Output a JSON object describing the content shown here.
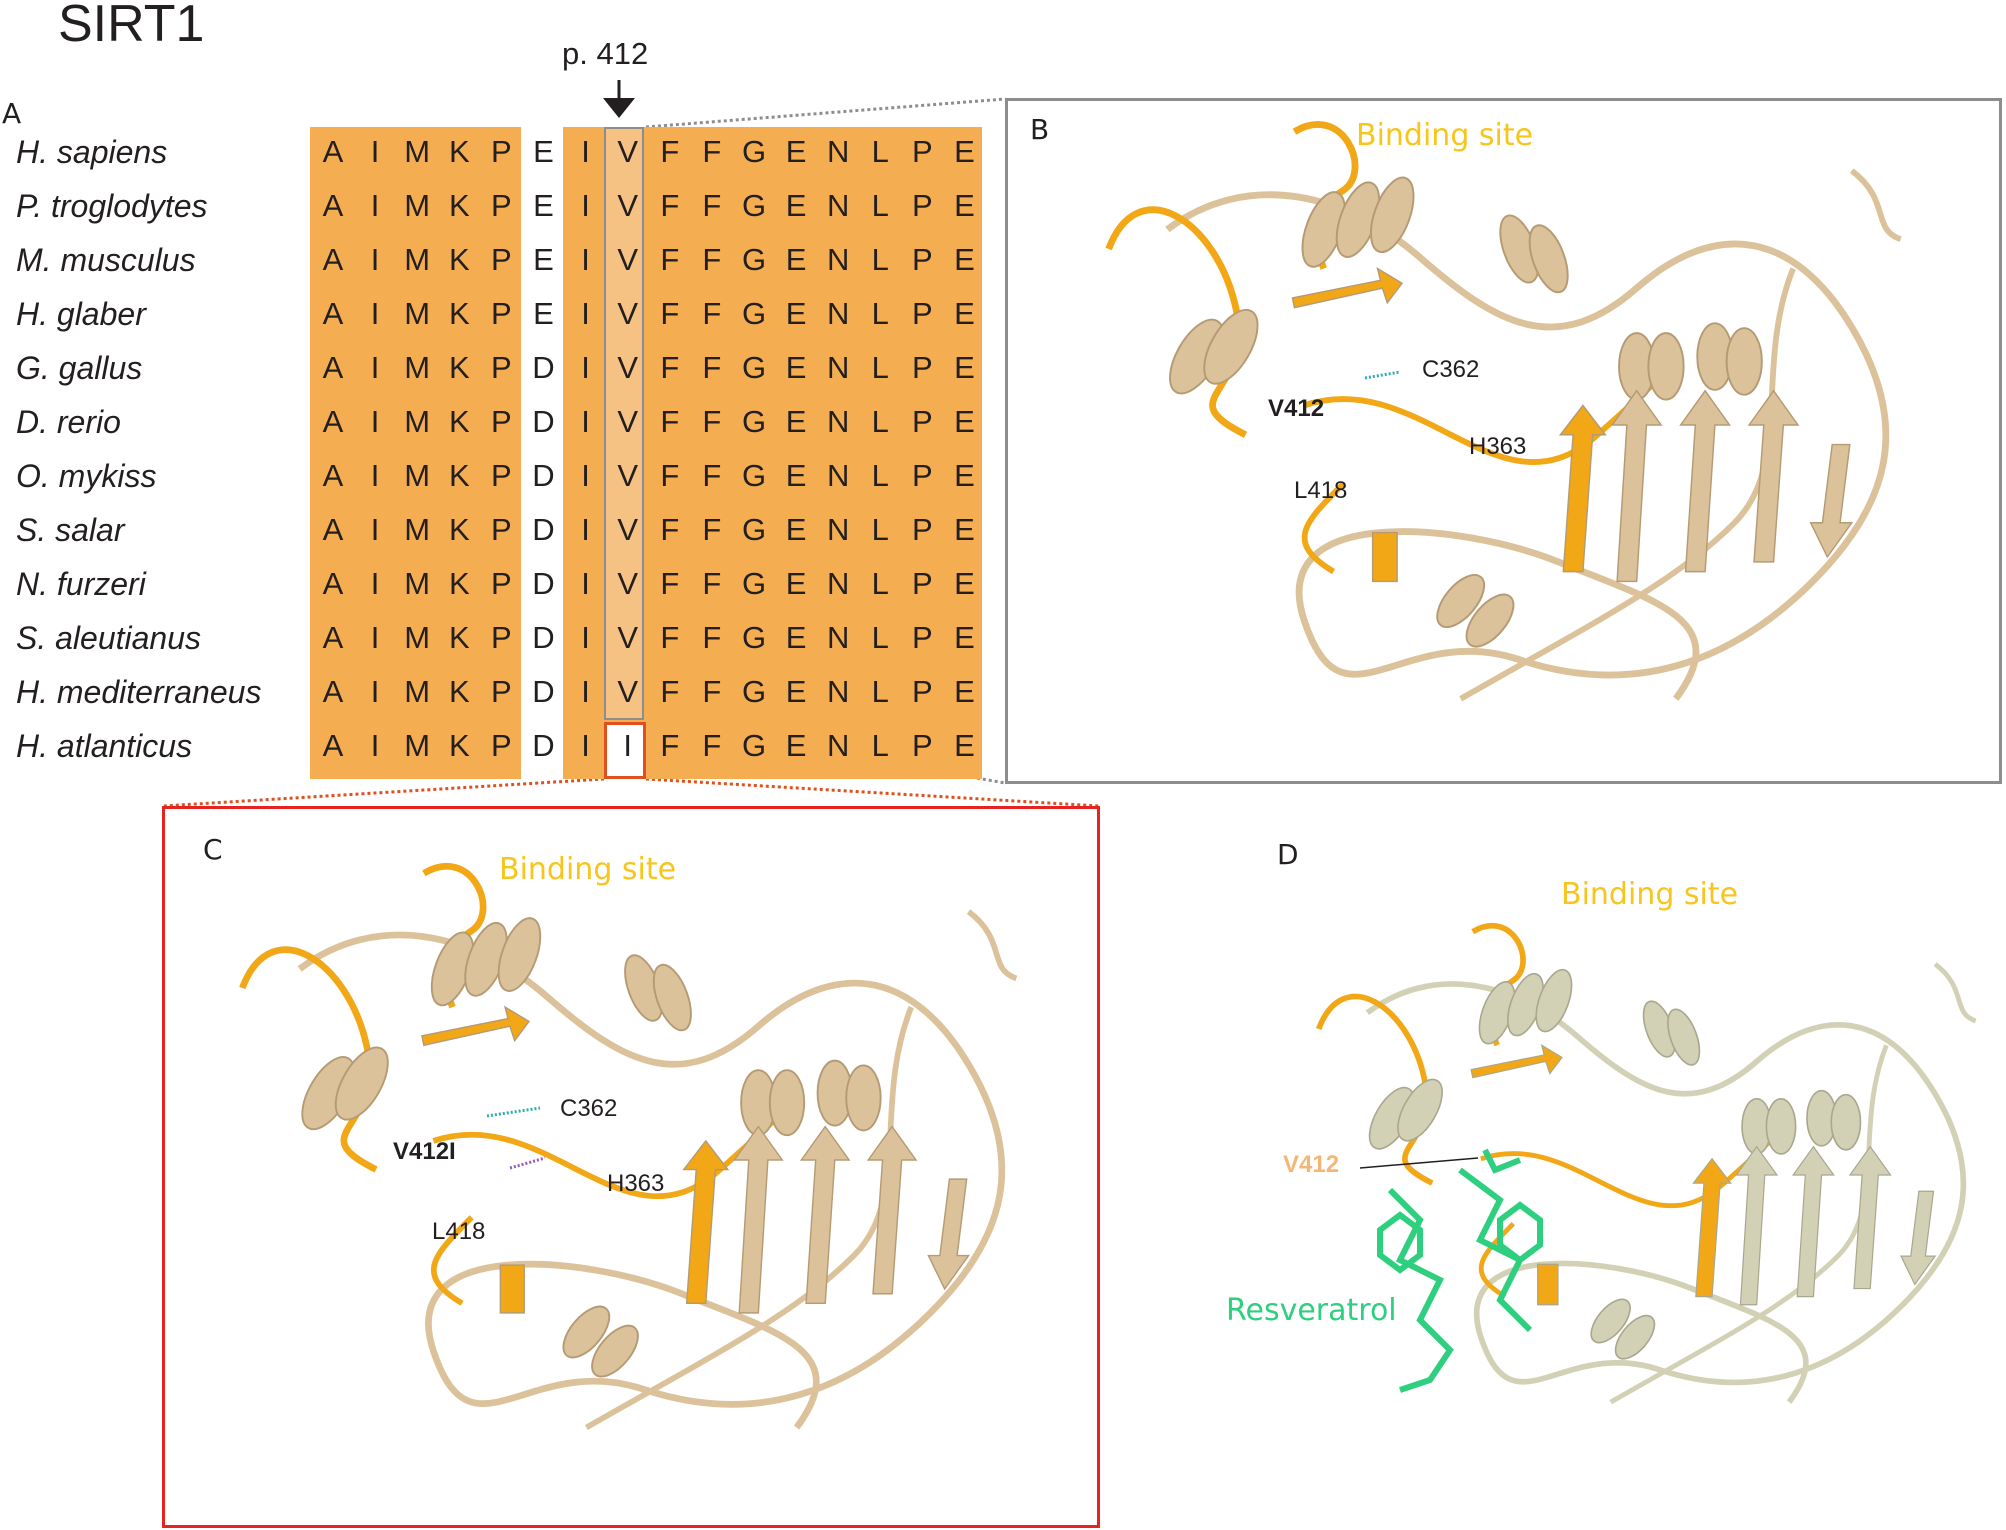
{
  "title": "SIRT1",
  "position_marker": "p. 412",
  "panels": {
    "a": "A",
    "b": "B",
    "c": "C",
    "d": "D"
  },
  "alignment": {
    "species": [
      "H. sapiens",
      "P. troglodytes",
      "M. musculus",
      "H. glaber",
      "G. gallus",
      "D. rerio",
      "O. mykiss",
      "S. salar",
      "N. furzeri",
      "S. aleutianus",
      "H. mediterraneus",
      "H. atlanticus"
    ],
    "sequences": [
      "AIMKPEIVFFGENLPE",
      "AIMKPEIVFFGENLPE",
      "AIMKPEIVFFGENLPE",
      "AIMKPEIVFFGENLPE",
      "AIMKPDIVFFGENLPE",
      "AIMKPDIVFFGENLPE",
      "AIMKPDIVFFGENLPE",
      "AIMKPDIVFFGENLPE",
      "AIMKPDIVFFGENLPE",
      "AIMKPDIVFFGENLPE",
      "AIMKPDIVFFGENLPE",
      "AIMKPDIIFFGENLPE"
    ],
    "conserved_color": "#f5ad52",
    "highlight_color": "#f5c283",
    "mutant_border_color": "#e0501e"
  },
  "panel_b": {
    "binding_site": "Binding site",
    "v412": "V412",
    "c362": "C362",
    "h363": "H363",
    "l418": "L418"
  },
  "panel_c": {
    "binding_site": "Binding site",
    "v412i": "V412I",
    "c362": "C362",
    "h363": "H363",
    "l418": "L418"
  },
  "panel_d": {
    "binding_site": "Binding site",
    "v412": "V412",
    "ligand": "Resveratrol"
  },
  "colors": {
    "binding_site": "#f8c51c",
    "protein_tan": "#dcc29a",
    "protein_grey": "#d3d1b5",
    "ligand": "#2ecf7e",
    "v412_d": "#f3b775"
  }
}
